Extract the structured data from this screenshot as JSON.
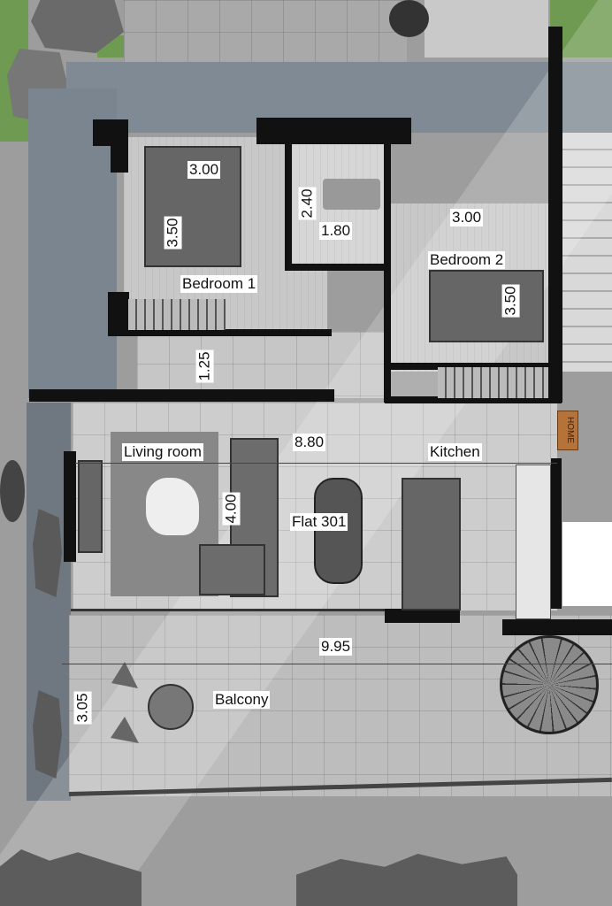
{
  "plan_title": "Flat 301",
  "rooms": {
    "bedroom1": {
      "name": "Bedroom 1",
      "width": "3.00",
      "depth": "3.50"
    },
    "bathroom": {
      "width": "1.80",
      "depth": "2.40"
    },
    "bedroom2": {
      "name": "Bedroom 2",
      "width": "3.00",
      "depth": "3.50"
    },
    "wc": {
      "depth": "1.25"
    },
    "living": {
      "name": "Living room",
      "depth": "4.00",
      "overall_width": "8.80"
    },
    "kitchen": {
      "name": "Kitchen"
    },
    "balcony": {
      "name": "Balcony",
      "width": "9.95",
      "depth": "3.05"
    }
  },
  "doormat": {
    "text": "HOME",
    "color": "#b5733a"
  },
  "colors": {
    "wall": "#111111",
    "floor": "#cfcfcf",
    "outside": "#9d9d9d",
    "grass": "#6f9a52"
  }
}
